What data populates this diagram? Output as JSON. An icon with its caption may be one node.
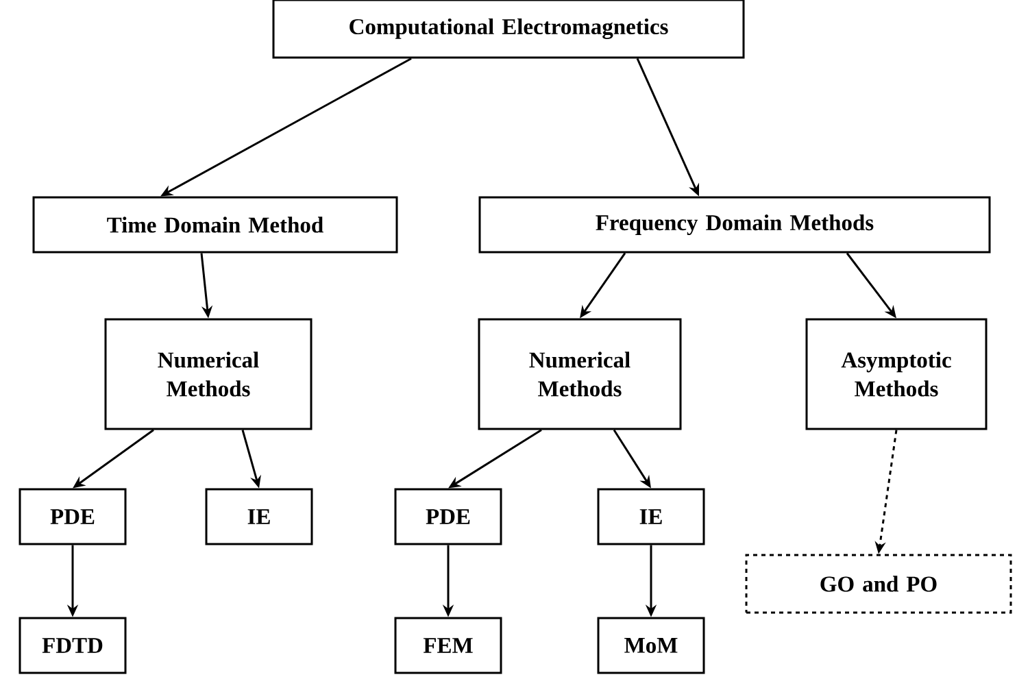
{
  "diagram": {
    "nodes": [
      {
        "text": [
          "Computational Electromagnetics"
        ]
      },
      {
        "text": [
          "Time Domain Method"
        ]
      },
      {
        "text": [
          "Frequency Domain Methods"
        ]
      },
      {
        "text": [
          "Numerical Methods"
        ]
      },
      {
        "text": [
          "Numerical Methods"
        ]
      },
      {
        "text": [
          "Asymptotic Methods"
        ]
      },
      {
        "text": [
          "PDE"
        ]
      },
      {
        "text": [
          "IE"
        ]
      },
      {
        "text": [
          "PDE"
        ]
      },
      {
        "text": [
          "IE"
        ]
      },
      {
        "text": [
          "GO and PO"
        ]
      },
      {
        "text": [
          "FDTD"
        ]
      },
      {
        "text": [
          "FEM"
        ]
      },
      {
        "text": [
          "MoM"
        ]
      }
    ],
    "edges": [
      {
        "from": 0,
        "to": 1,
        "arrow": "to"
      },
      {
        "from": 0,
        "to": 2,
        "arrow": "to"
      },
      {
        "from": 1,
        "to": 3,
        "arrow": "to"
      },
      {
        "from": 2,
        "to": 4,
        "arrow": "to"
      },
      {
        "from": 2,
        "to": 5,
        "arrow": "to"
      },
      {
        "from": 3,
        "to": 6,
        "arrow": "to"
      },
      {
        "from": 3,
        "to": 7,
        "arrow": "to"
      },
      {
        "from": 4,
        "to": 8,
        "arrow": "to"
      },
      {
        "from": 4,
        "to": 9,
        "arrow": "to"
      },
      {
        "from": 5,
        "to": 10,
        "arrow": "to",
        "style": "dashed"
      },
      {
        "from": 6,
        "to": 11,
        "arrow": "to"
      },
      {
        "from": 8,
        "to": 12,
        "arrow": "to"
      },
      {
        "from": 9,
        "to": 13,
        "arrow": "to"
      }
    ]
  }
}
